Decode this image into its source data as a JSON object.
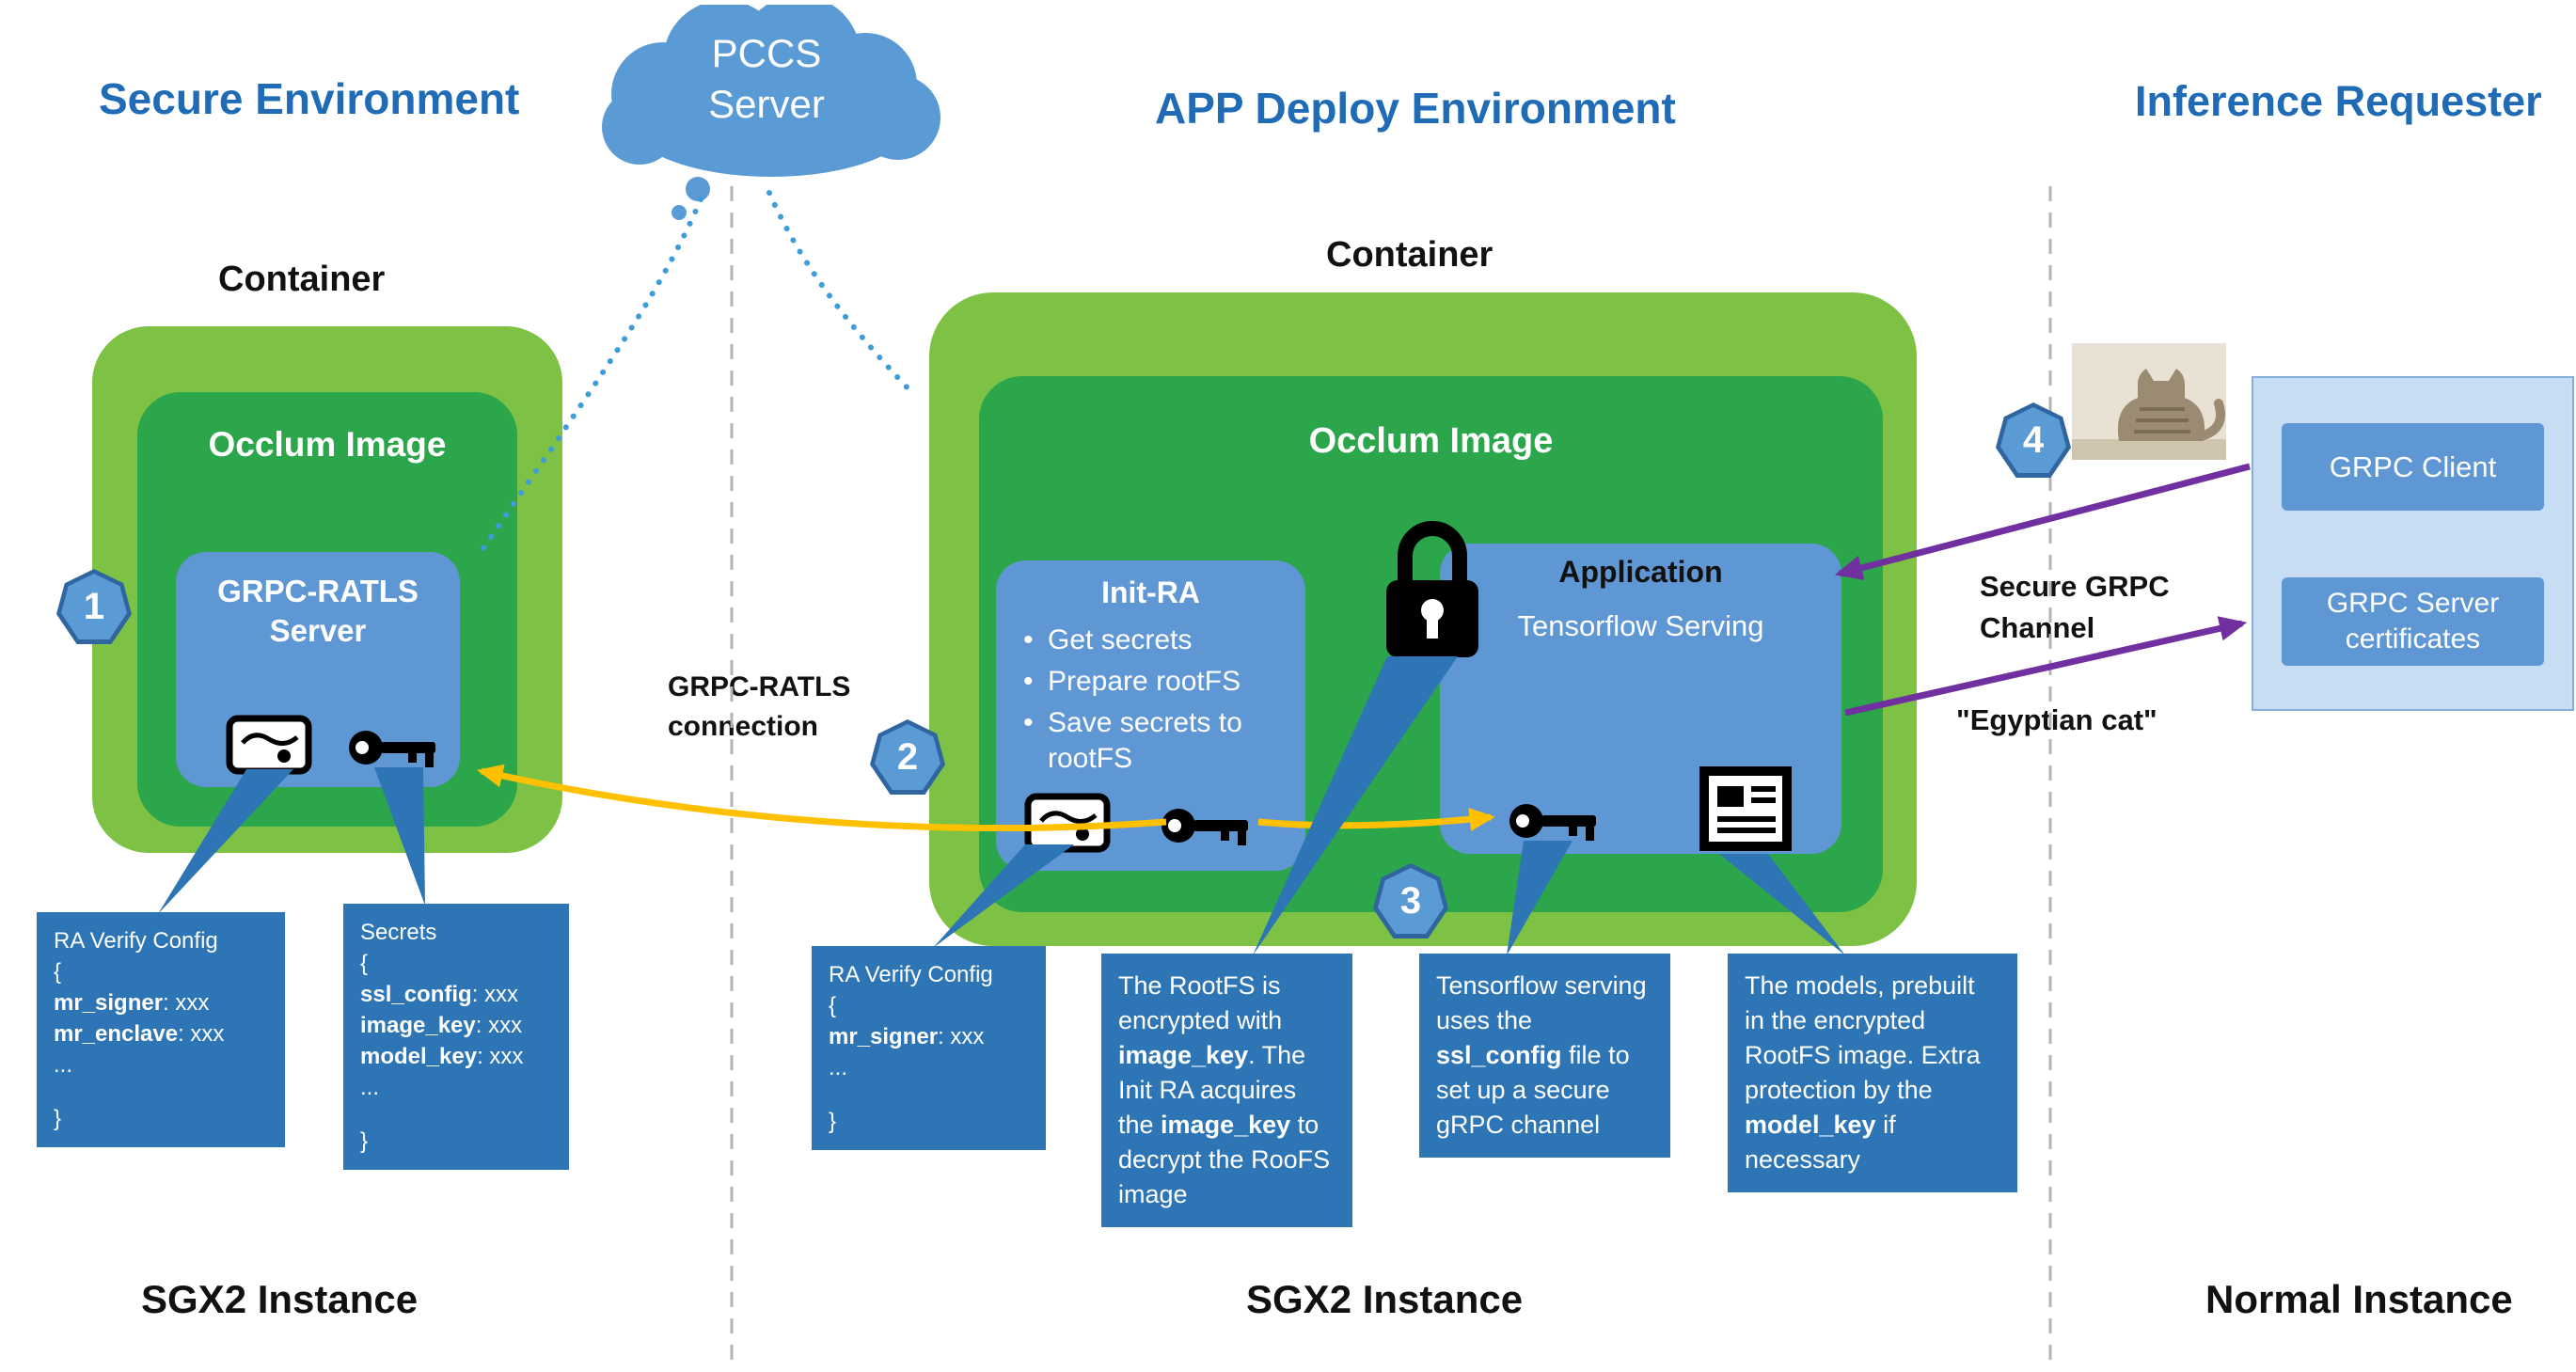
{
  "headers": {
    "secure_env": "Secure Environment",
    "app_deploy": "APP Deploy Environment",
    "inference_requester": "Inference Requester"
  },
  "cloud": {
    "label": "PCCS\nServer"
  },
  "badges": {
    "b1": "1",
    "b2": "2",
    "b3": "3",
    "b4": "4"
  },
  "labels": {
    "container_left": "Container",
    "container_mid": "Container",
    "grpc_ratls_connection": "GRPC-RATLS\nconnection",
    "secure_grpc_channel": "Secure GRPC\nChannel",
    "egyptian_cat": "\"Egyptian cat\""
  },
  "left": {
    "occlum": "Occlum Image",
    "server": "GRPC-RATLS\nServer",
    "instance": "SGX2 Instance",
    "callout_ra": {
      "lines": [
        [
          {
            "t": "RA Verify Config"
          }
        ],
        [
          {
            "t": "{"
          }
        ],
        [
          {
            "t": "mr_signer",
            "b": true
          },
          {
            "t": ": xxx"
          }
        ],
        [
          {
            "t": "mr_enclave",
            "b": true
          },
          {
            "t": ": xxx"
          }
        ],
        [
          {
            "t": "..."
          }
        ],
        [
          {
            "t": ""
          }
        ],
        [
          {
            "t": "}"
          }
        ]
      ]
    },
    "callout_secrets": {
      "lines": [
        [
          {
            "t": "Secrets"
          }
        ],
        [
          {
            "t": "{"
          }
        ],
        [
          {
            "t": "ssl_config",
            "b": true
          },
          {
            "t": ": xxx"
          }
        ],
        [
          {
            "t": "image_key",
            "b": true
          },
          {
            "t": ": xxx"
          }
        ],
        [
          {
            "t": "model_key",
            "b": true
          },
          {
            "t": ": xxx"
          }
        ],
        [
          {
            "t": "..."
          }
        ],
        [
          {
            "t": ""
          }
        ],
        [
          {
            "t": "}"
          }
        ]
      ]
    }
  },
  "mid": {
    "occlum": "Occlum Image",
    "init_ra_title": "Init-RA",
    "init_ra_bullets": [
      "Get secrets",
      "Prepare rootFS",
      "Save secrets to rootFS"
    ],
    "app_title": "Application",
    "app_subtitle": "Tensorflow Serving",
    "instance": "SGX2 Instance",
    "callout_ra": {
      "lines": [
        [
          {
            "t": "RA Verify Config"
          }
        ],
        [
          {
            "t": "{"
          }
        ],
        [
          {
            "t": "mr_signer",
            "b": true
          },
          {
            "t": ": xxx"
          }
        ],
        [
          {
            "t": "..."
          }
        ],
        [
          {
            "t": ""
          }
        ],
        [
          {
            "t": "}"
          }
        ]
      ]
    },
    "callout_rootfs": {
      "segments": [
        {
          "t": "The RootFS is encrypted with "
        },
        {
          "t": "image_key",
          "b": true
        },
        {
          "t": ". The Init RA acquires the "
        },
        {
          "t": "image_key",
          "b": true
        },
        {
          "t": " to decrypt the RooFS image"
        }
      ]
    },
    "callout_ssl": {
      "segments": [
        {
          "t": "Tensorflow serving uses the "
        },
        {
          "t": "ssl_config",
          "b": true
        },
        {
          "t": " file to set up a secure gRPC channel"
        }
      ]
    },
    "callout_models": {
      "segments": [
        {
          "t": "The models, prebuilt in the encrypted RootFS image. Extra protection by the "
        },
        {
          "t": "model_key",
          "b": true
        },
        {
          "t": " if necessary"
        }
      ]
    }
  },
  "right": {
    "grpc_client": "GRPC Client",
    "grpc_server_certs": "GRPC Server\ncertificates",
    "instance": "Normal Instance"
  },
  "icons": {
    "cloud": "pccs-cloud",
    "certificate": "ra-certificate-icon",
    "key": "key-icon",
    "lock": "lock-icon",
    "news": "model-files-icon",
    "cat": "cat-image"
  },
  "colors": {
    "heading_blue": "#1F6BB5",
    "container_green": "#7DC244",
    "occlum_green": "#2BA64B",
    "box_blue": "#5F97D4",
    "callout_blue": "#2E75B6",
    "cloud_blue": "#5B9BD5",
    "arrow_yellow": "#FFC000",
    "arrow_purple": "#7030A0",
    "divider_gray": "#B3B3B3"
  }
}
